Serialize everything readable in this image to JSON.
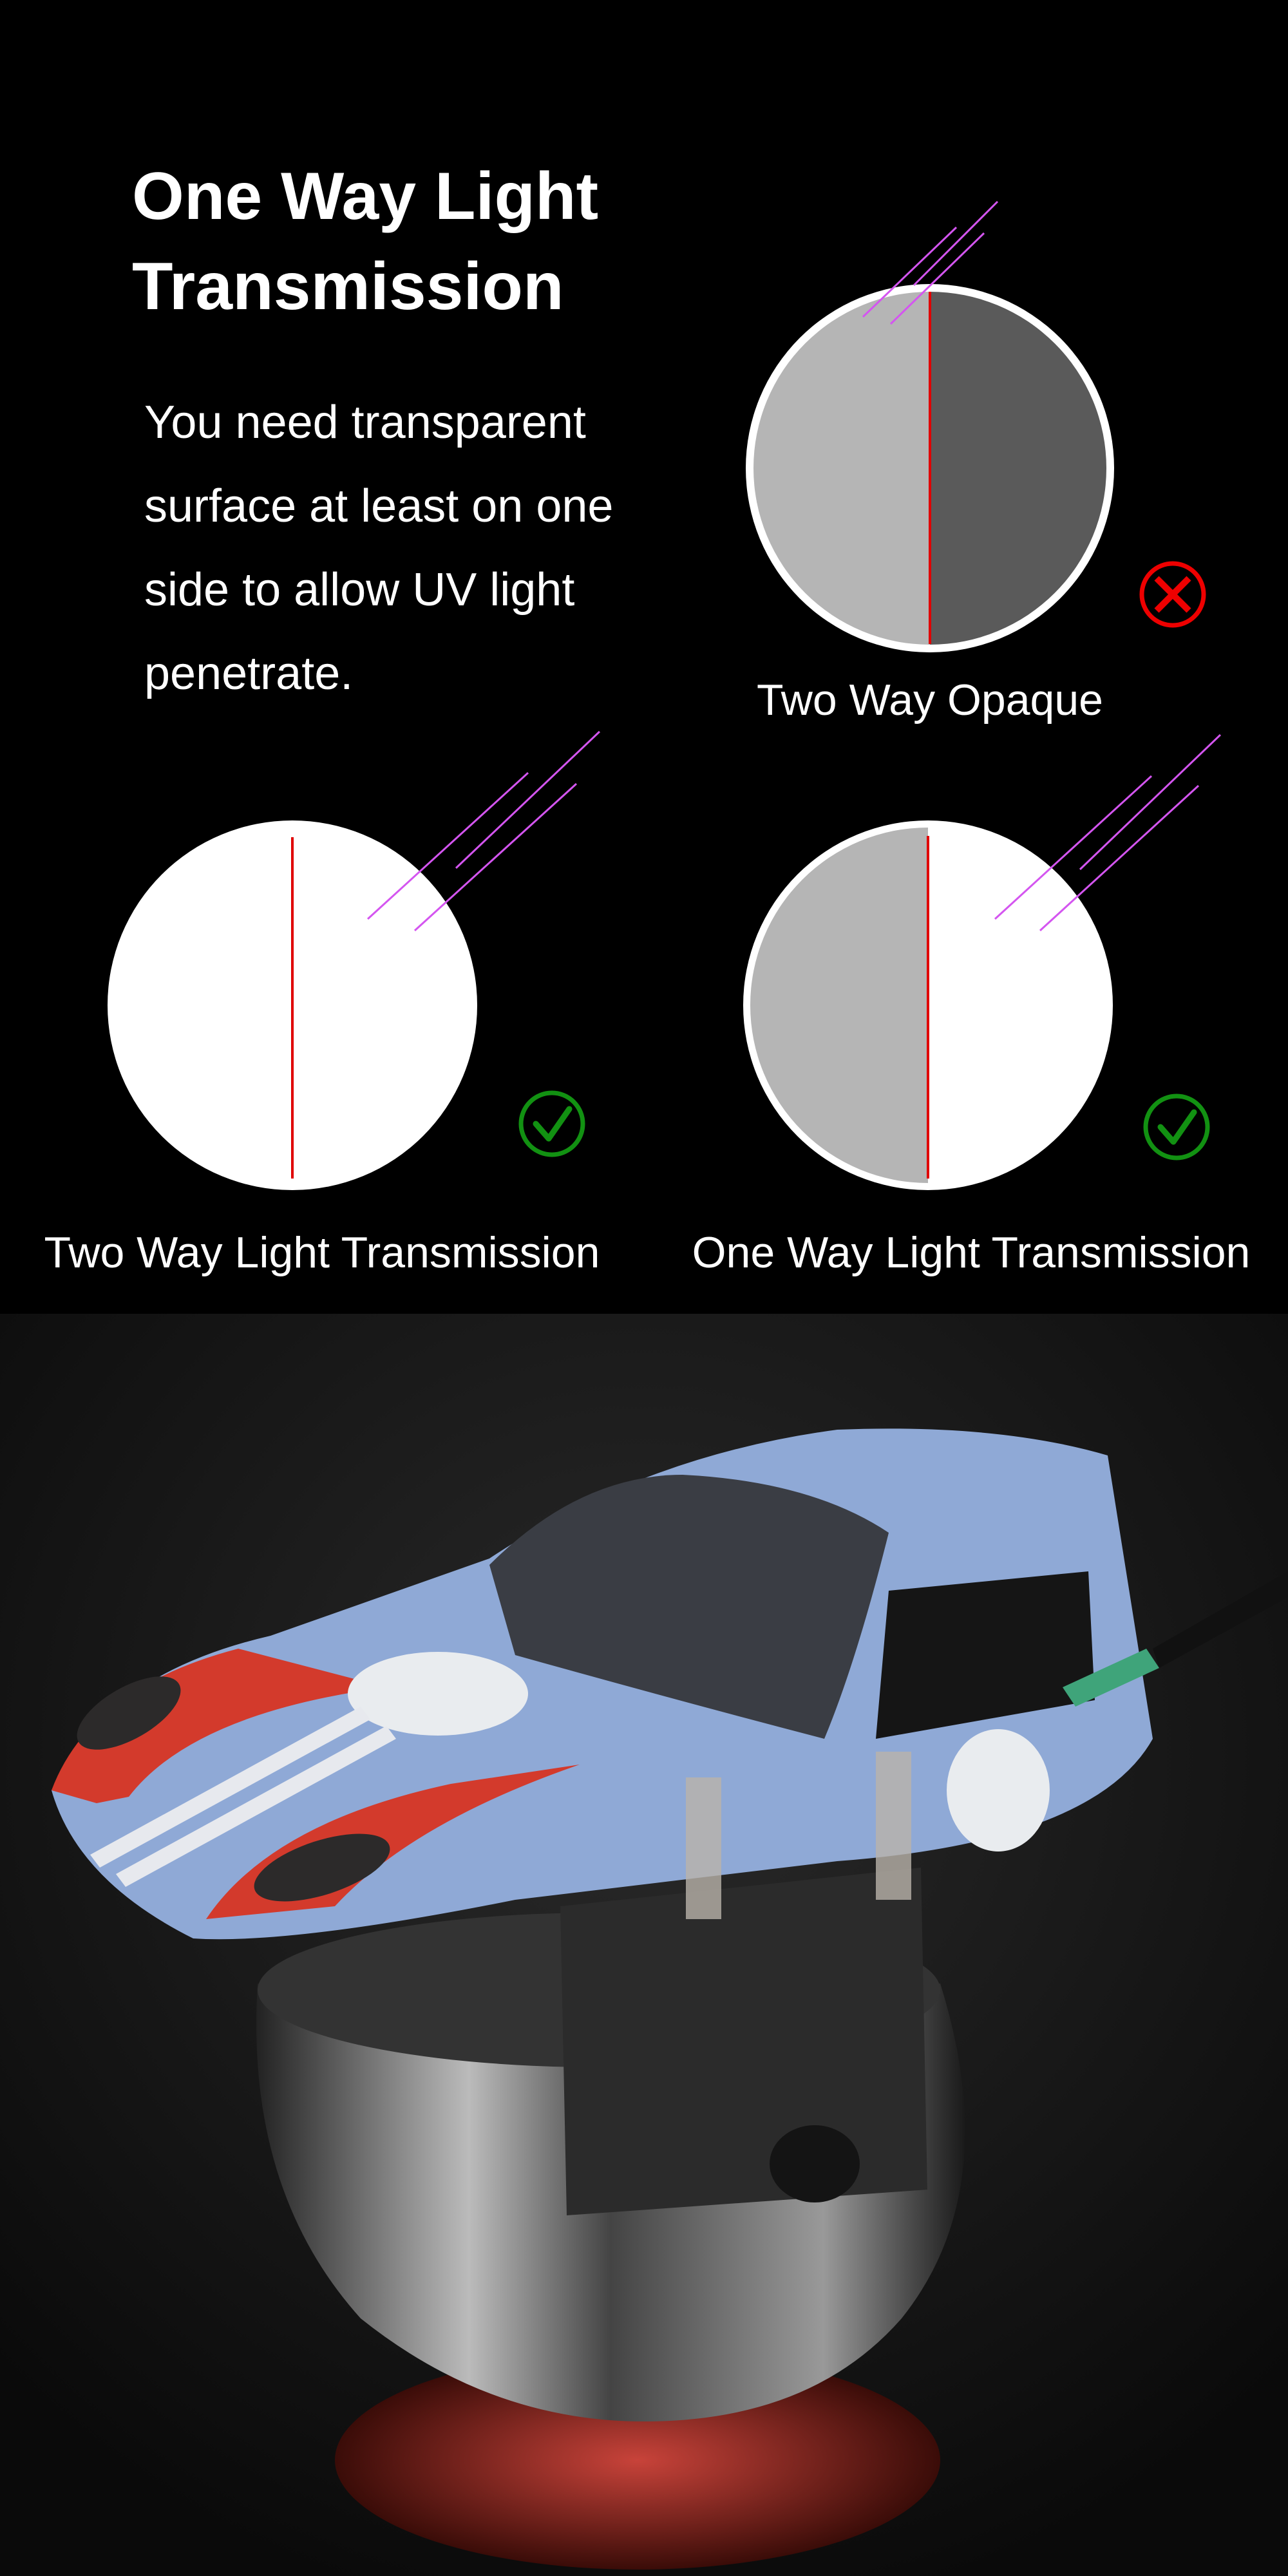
{
  "heading": {
    "line1": "One Way Light",
    "line2": "Transmission"
  },
  "description": {
    "lines": [
      "You need transparent",
      "surface at least on one",
      "side to allow UV light",
      "penetrate."
    ]
  },
  "diagrams": [
    {
      "label": "Two Way Opaque",
      "left_fill": "#b5b5b5",
      "right_fill": "#5a5a5a",
      "status": "invalid",
      "status_icon": "x-circle-icon",
      "status_color": "#ee0000"
    },
    {
      "label": "Two Way Light Transmission",
      "left_fill": "#ffffff",
      "right_fill": "#ffffff",
      "status": "valid",
      "status_icon": "check-circle-icon",
      "status_color": "#129112"
    },
    {
      "label": "One Way Light Transmission",
      "left_fill": "#b5b5b5",
      "right_fill": "#ffffff",
      "status": "valid",
      "status_icon": "check-circle-icon",
      "status_color": "#129112"
    }
  ],
  "colors": {
    "uv_ray": "#d455f0",
    "divider": "#e00000",
    "car_body": "#8fa9d6",
    "car_stripe": "#d33a2c"
  }
}
